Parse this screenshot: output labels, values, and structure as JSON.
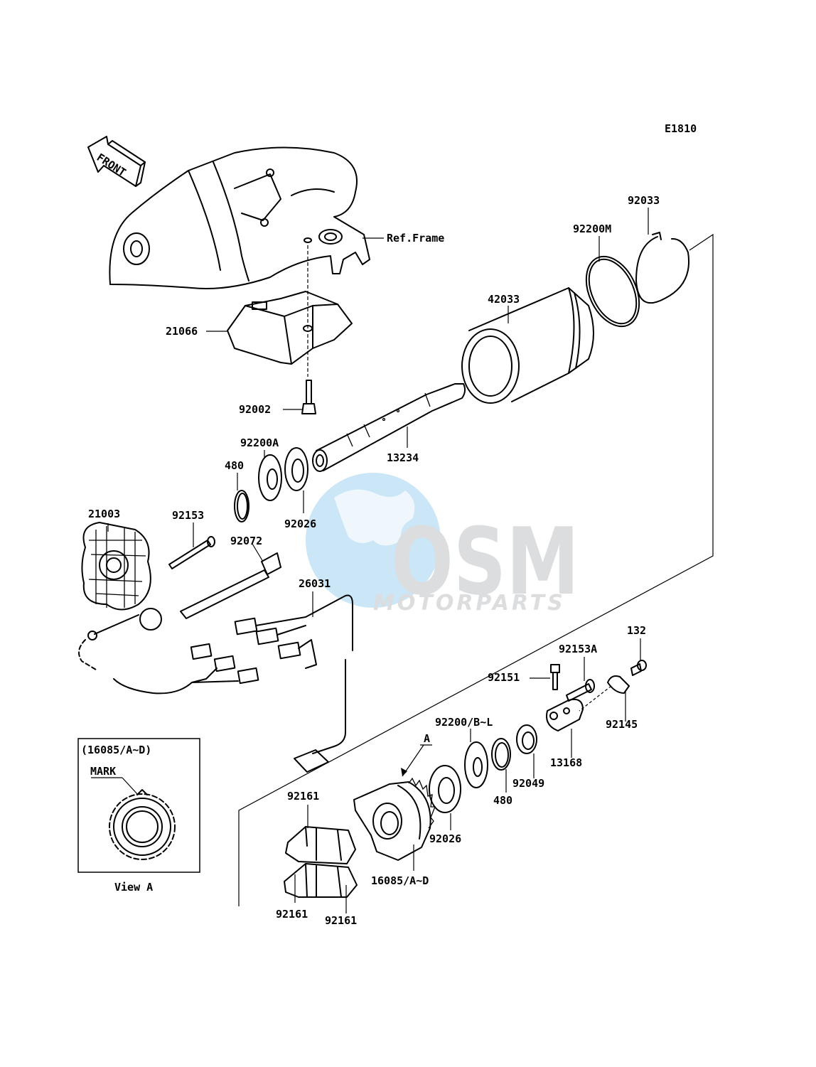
{
  "diagram_code": "E1810",
  "front_label": "FRONT",
  "ref_frame_label": "Ref.Frame",
  "watermark": {
    "logo": "OSM",
    "sub": "MOTORPARTS"
  },
  "view_a": {
    "header": "(16085/A~D)",
    "mark_label": "MARK",
    "caption": "View A"
  },
  "arrow_a_label": "A",
  "parts": {
    "p92033": "92033",
    "p92200M": "92200M",
    "p42033": "42033",
    "p21066": "21066",
    "p92002": "92002",
    "p92200A": "92200A",
    "p480a": "480",
    "p13234": "13234",
    "p21003": "21003",
    "p92153": "92153",
    "p92072": "92072",
    "p92026a": "92026",
    "p26031": "26031",
    "p132": "132",
    "p92153A": "92153A",
    "p92151": "92151",
    "p92145": "92145",
    "p13168": "13168",
    "p92200BL": "92200/B~L",
    "p92049": "92049",
    "p480b": "480",
    "p92026b": "92026",
    "p92161a": "92161",
    "p92161b": "92161",
    "p92161c": "92161",
    "p16085": "16085/A~D"
  },
  "colors": {
    "ink": "#000000",
    "watermark_grey": "#bfc3c6",
    "watermark_blue": "#9fd3f2"
  }
}
